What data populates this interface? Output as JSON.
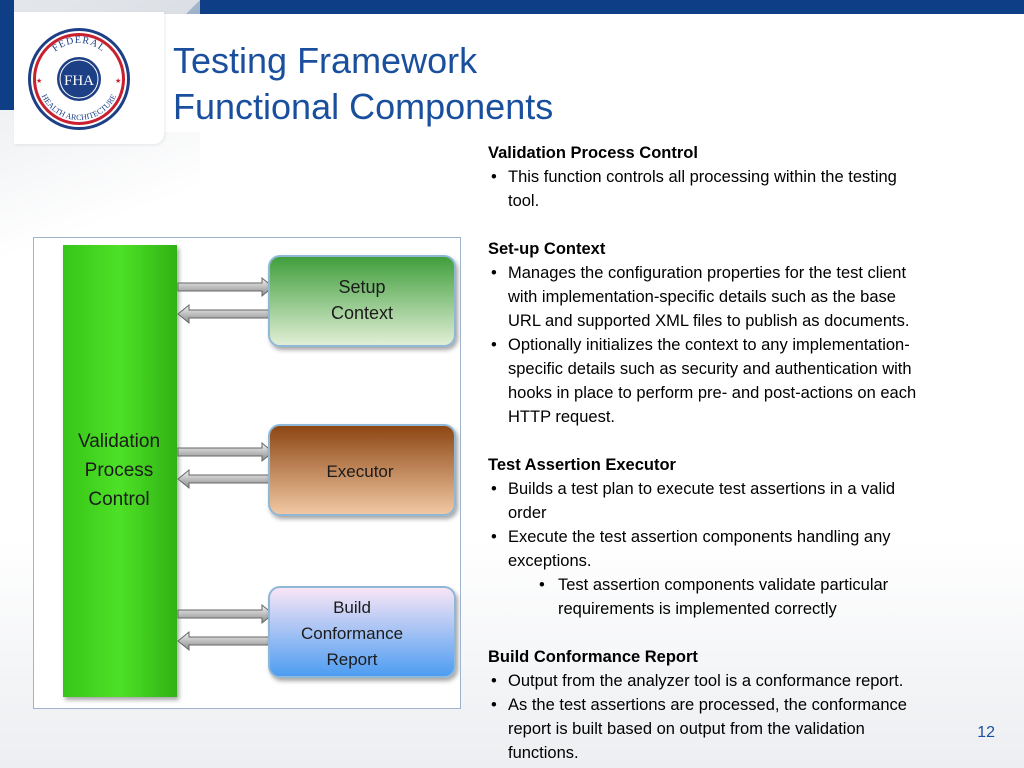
{
  "logo": {
    "top_text": "FEDERAL",
    "bottom_text": "HEALTH ARCHITECTURE",
    "center_text": "FHA"
  },
  "title": {
    "line1": "Testing Framework",
    "line2": "Functional Components"
  },
  "diagram": {
    "main_block": [
      "Validation",
      "Process",
      "Control"
    ],
    "setup_box": [
      "Setup",
      "Context"
    ],
    "executor_box": [
      "Executor"
    ],
    "report_box": [
      "Build",
      "Conformance",
      "Report"
    ]
  },
  "sections": [
    {
      "heading": "Validation Process Control",
      "bullets": [
        {
          "level": 1,
          "lines": [
            "This function controls all processing within the testing",
            "tool."
          ]
        }
      ]
    },
    {
      "heading": "Set-up Context",
      "bullets": [
        {
          "level": 1,
          "lines": [
            "Manages the configuration properties for the test client",
            "with implementation-specific details such as the base",
            "URL and supported XML files to publish as documents."
          ]
        },
        {
          "level": 1,
          "lines": [
            "Optionally initializes the context  to any implementation-",
            "specific details such as security and authentication with",
            "hooks in place to perform pre- and post-actions on each",
            "HTTP request."
          ]
        }
      ]
    },
    {
      "heading": "Test Assertion Executor",
      "bullets": [
        {
          "level": 1,
          "lines": [
            "Builds a test plan to execute test assertions in a valid",
            "order"
          ]
        },
        {
          "level": 1,
          "lines": [
            "Execute the test assertion components handling any",
            "exceptions."
          ]
        },
        {
          "level": 2,
          "lines": [
            "Test assertion components validate particular",
            "requirements is implemented correctly"
          ]
        }
      ]
    },
    {
      "heading": "Build Conformance Report",
      "bullets": [
        {
          "level": 1,
          "lines": [
            "Output from the analyzer tool is a conformance report."
          ]
        },
        {
          "level": 1,
          "lines": [
            "As the test assertions are processed, the conformance",
            "report is built based on output from the validation",
            "functions."
          ]
        }
      ]
    }
  ],
  "page_number": "12",
  "colors": {
    "brand_blue": "#0e3f86",
    "title_blue": "#1a4f9e",
    "logo_red": "#c8202f"
  }
}
